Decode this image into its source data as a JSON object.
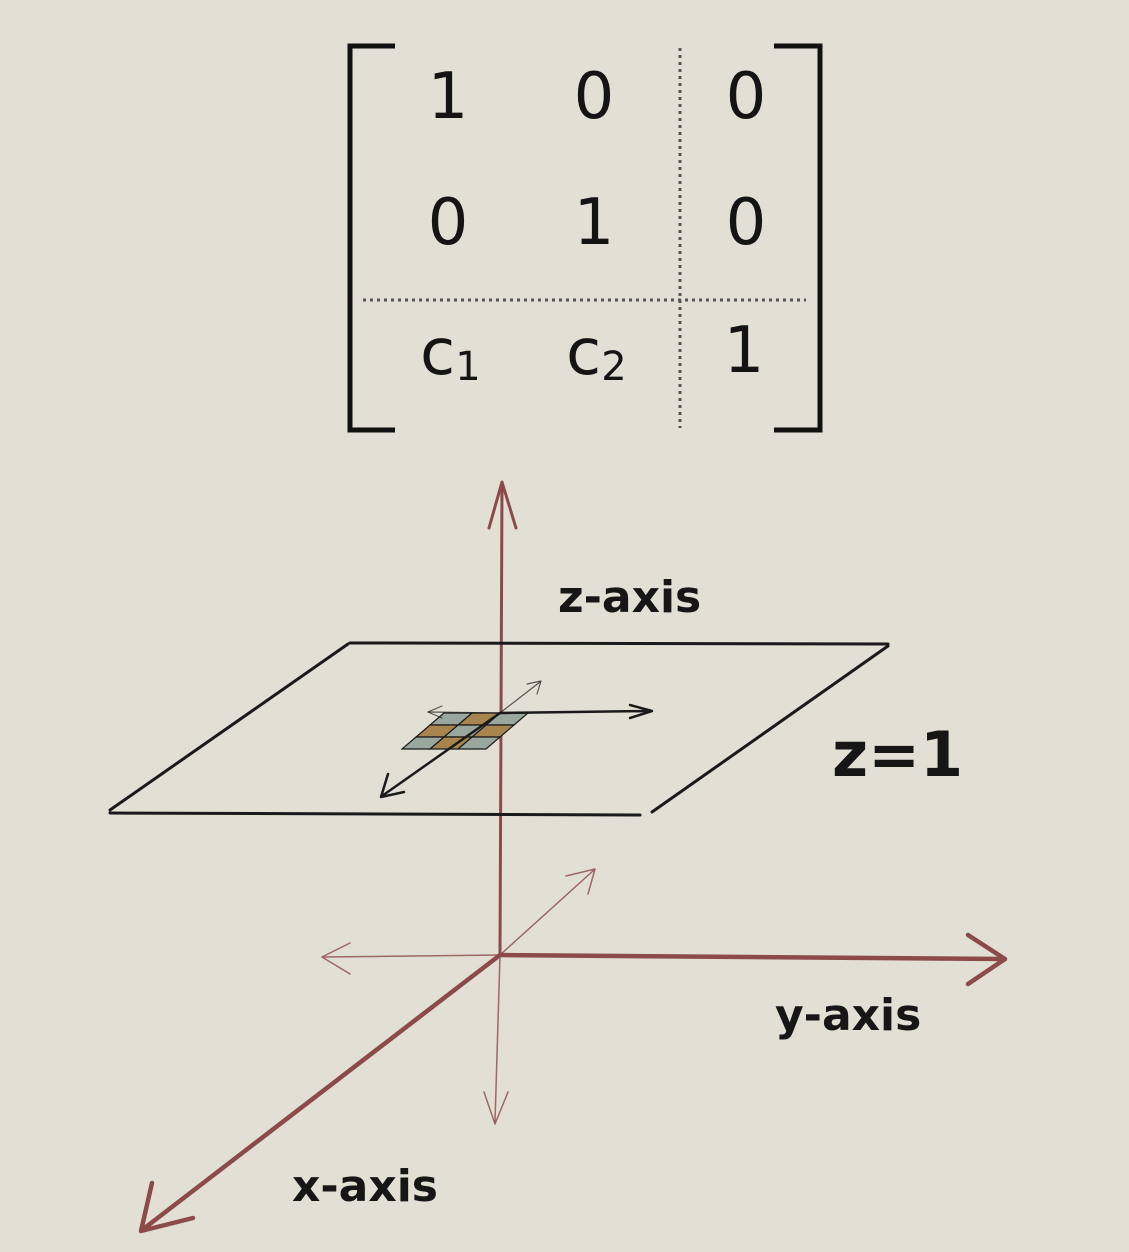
{
  "matrix": {
    "rows": [
      [
        {
          "base": "1",
          "sub": ""
        },
        {
          "base": "0",
          "sub": ""
        },
        {
          "base": "0",
          "sub": ""
        }
      ],
      [
        {
          "base": "0",
          "sub": ""
        },
        {
          "base": "1",
          "sub": ""
        },
        {
          "base": "0",
          "sub": ""
        }
      ],
      [
        {
          "base": "c",
          "sub": "1"
        },
        {
          "base": "c",
          "sub": "2"
        },
        {
          "base": "1",
          "sub": ""
        }
      ]
    ]
  },
  "axes": {
    "z_label": "z-axis",
    "y_label": "y-axis",
    "x_label": "x-axis",
    "color": "#8c4a4a"
  },
  "plane": {
    "label": "z=1",
    "grid_colors": [
      "#9aa79f",
      "#a8844e"
    ]
  }
}
